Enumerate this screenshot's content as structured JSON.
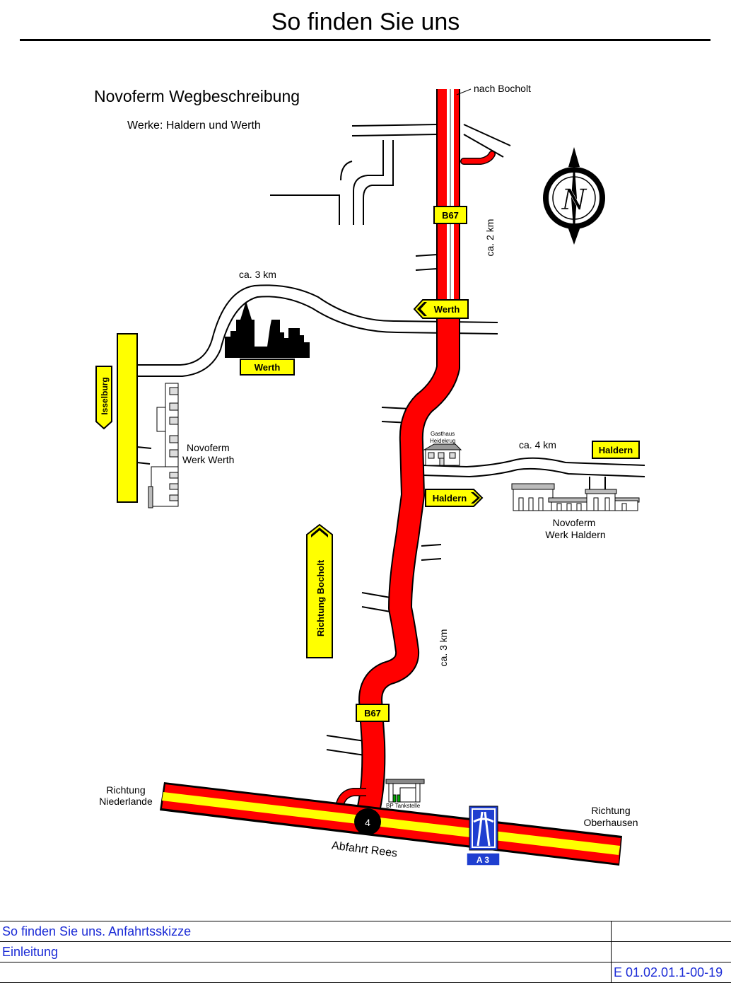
{
  "page": {
    "title": "So finden Sie uns"
  },
  "map": {
    "heading": "Novoferm Wegbeschreibung",
    "subheading": "Werke: Haldern und Werth",
    "labels": {
      "nach_bocholt": "nach Bocholt",
      "dist_2km": "ca. 2 km",
      "dist_3km_west": "ca. 3 km",
      "dist_4km": "ca. 4 km",
      "dist_3km_south": "ca. 3 km",
      "werk_werth_line1": "Novoferm",
      "werk_werth_line2": "Werk Werth",
      "werk_haldern_line1": "Novoferm",
      "werk_haldern_line2": "Werk Haldern",
      "gasthaus_line1": "Gasthaus",
      "gasthaus_line2": "Heidekrug",
      "tankstelle": "BP Tankstelle",
      "niederlande_line1": "Richtung",
      "niederlande_line2": "Niederlande",
      "oberhausen_line1": "Richtung",
      "oberhausen_line2": "Oberhausen",
      "abfahrt": "Abfahrt Rees",
      "exit_number": "4",
      "compass": "N"
    },
    "signs": {
      "b67_north": "B67",
      "b67_south": "B67",
      "werth_arrow": "Werth",
      "werth_town": "Werth",
      "isselburg": "Isselburg",
      "haldern_box": "Haldern",
      "haldern_arrow": "Haldern",
      "richtung_bocholt": "Richtung Bocholt",
      "autobahn": "A 3"
    },
    "colors": {
      "main_road": "#ff0000",
      "sign_yellow": "#ffff00",
      "autobahn_blue": "#1f3fd0"
    }
  },
  "footer": {
    "row1_left": "So finden Sie uns. Anfahrtsskizze",
    "row1_right": "",
    "row2_left": "Einleitung",
    "row2_right": "",
    "row3_left": "",
    "row3_right": "E 01.02.01.1-00-19"
  }
}
